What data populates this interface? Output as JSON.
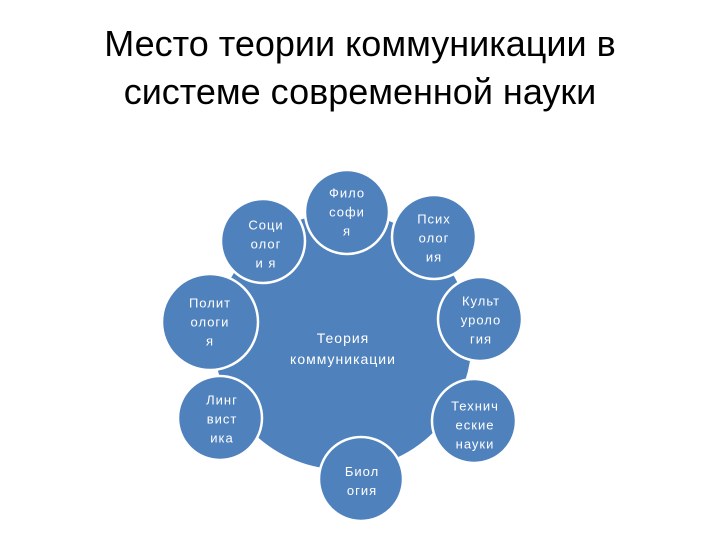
{
  "title": {
    "line1": "Место теории коммуникации в",
    "line2": "системе современной науки"
  },
  "colors": {
    "node_fill": "#4f81bd",
    "node_stroke": "#ffffff",
    "label": "#ffffff",
    "title": "#000000"
  },
  "center": {
    "lines": [
      "Теория",
      "коммуникации"
    ]
  },
  "nodes": [
    {
      "id": "sociology",
      "lines": [
        "Соци",
        "олог",
        "и я"
      ]
    },
    {
      "id": "philosophy",
      "lines": [
        "Фило",
        "софи",
        "я"
      ]
    },
    {
      "id": "psychology",
      "lines": [
        "Псих",
        "олог",
        "ия"
      ]
    },
    {
      "id": "culturology",
      "lines": [
        "Культ",
        "уроло",
        "гия"
      ]
    },
    {
      "id": "technical",
      "lines": [
        "Технич",
        "еские",
        "науки"
      ]
    },
    {
      "id": "biology",
      "lines": [
        "Биол",
        "огия"
      ]
    },
    {
      "id": "linguistics",
      "lines": [
        "Линг",
        "вист",
        "ика"
      ]
    },
    {
      "id": "political",
      "lines": [
        "Полит",
        "ологи",
        "я"
      ]
    }
  ]
}
